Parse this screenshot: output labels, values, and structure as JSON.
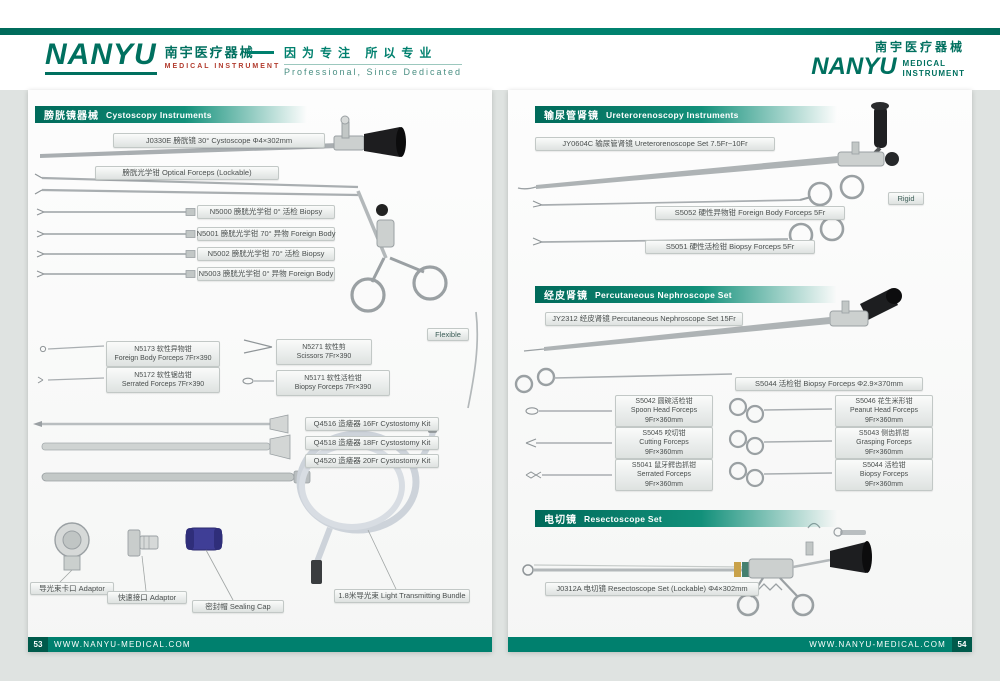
{
  "meta": {
    "brand_teal": "#00806e",
    "accent_red": "#b23c2e",
    "page_bg": "#dfe3e1"
  },
  "header": {
    "brand": "NANYU",
    "brand_cn": "南宇医疗器械",
    "brand_sub": "MEDICAL  INSTRUMENT",
    "slogan_cn": "因为专注  所以专业",
    "slogan_en": "Professional, Since Dedicated",
    "right": {
      "brand_cn": "南宇医疗器械",
      "brand": "NANYU",
      "sub1": "MEDICAL",
      "sub2": "INSTRUMENT"
    }
  },
  "left_page": {
    "section_title": {
      "cn": "膀胱镜器械",
      "en": "Cystoscopy Instruments"
    },
    "labels": {
      "cystoscope": "J0330E 膀胱镜 30°  Cystoscope  Φ4×302mm",
      "optical_forceps": "膀胱光学钳 Optical Forceps (Lockable)",
      "n5000": "N5000 膀胱光学钳  0°  活检 Biopsy",
      "n5001": "N5001 膀胱光学钳 70°  异物 Foreign Body",
      "n5002": "N5002 膀胱光学钳 70°  活检 Biopsy",
      "n5003": "N5003 膀胱光学钳  0°  异物 Foreign Body",
      "flexible_tag": "Flexible",
      "n5173": {
        "l1": "N5173 软性异物钳",
        "l2": "Foreign Body Forceps 7Fr×390"
      },
      "n5271": {
        "l1": "N5271 软性剪",
        "l2": "Scissors 7Fr×390"
      },
      "n5172": {
        "l1": "N5172 软性锯齿钳",
        "l2": "Serrated Forceps 7Fr×390"
      },
      "n5171": {
        "l1": "N5171 软性活检钳",
        "l2": "Biopsy Forceps 7Fr×390"
      },
      "q4516": "Q4516 造瘘器 16Fr Cystostomy Kit",
      "q4518": "Q4518 造瘘器 18Fr Cystostomy Kit",
      "q4520": "Q4520 造瘘器 20Fr Cystostomy Kit",
      "adaptor_bayonet": "导光束卡口 Adaptor",
      "adaptor_quick": "快速接口 Adaptor",
      "sealing_cap": "密封帽 Sealing Cap",
      "light_bundle": "1.8米导光束  Light Transmitting Bundle"
    },
    "footer": {
      "page_number": "53",
      "url": "WWW.NANYU-MEDICAL.COM"
    }
  },
  "right_page": {
    "sections": {
      "uretero": {
        "cn": "输尿管肾镜",
        "en": "Ureterorenoscopy Instruments"
      },
      "nephro": {
        "cn": "经皮肾镜",
        "en": "Percutaneous Nephroscope Set"
      },
      "resecto": {
        "cn": "电切镜",
        "en": "Resectoscope Set"
      }
    },
    "labels": {
      "jy0604c": "JY0604C 输尿管肾镜 Ureterorenoscope Set 7.5Fr~10Fr",
      "rigid_tag": "Rigid",
      "s5052": "S5052 硬性异物钳 Foreign Body Forceps 5Fr",
      "s5051": "S5051 硬性活检钳 Biopsy Forceps 5Fr",
      "jy2312": "JY2312 经皮肾镜 Percutaneous Nephroscope Set 15Fr",
      "s5044_long": "S5044 活检钳 Biopsy Forceps  Φ2.9×370mm",
      "s5042": {
        "l1": "S5042 圆碗活检钳",
        "l2": "Spoon Head Forceps",
        "l3": "9Fr×360mm"
      },
      "s5046": {
        "l1": "S5046 花生米形钳",
        "l2": "Peanut Head Forceps",
        "l3": "9Fr×360mm"
      },
      "s5045": {
        "l1": "S5045 咬切钳",
        "l2": "Cutting Forceps",
        "l3": "9Fr×360mm"
      },
      "s5043": {
        "l1": "S5043 侧齿抓钳",
        "l2": "Grasping Forceps",
        "l3": "9Fr×360mm"
      },
      "s5041": {
        "l1": "S5041 鼠牙鳄齿抓钳",
        "l2": "Serrated Forceps",
        "l3": "9Fr×360mm"
      },
      "s5044_short": {
        "l1": "S5044 活检钳",
        "l2": "Biopsy Forceps",
        "l3": "9Fr×360mm"
      },
      "j0312a": "J0312A 电切镜 Resectoscope Set (Lockable)  Φ4×302mm"
    },
    "footer": {
      "page_number": "54",
      "url": "WWW.NANYU-MEDICAL.COM"
    }
  }
}
